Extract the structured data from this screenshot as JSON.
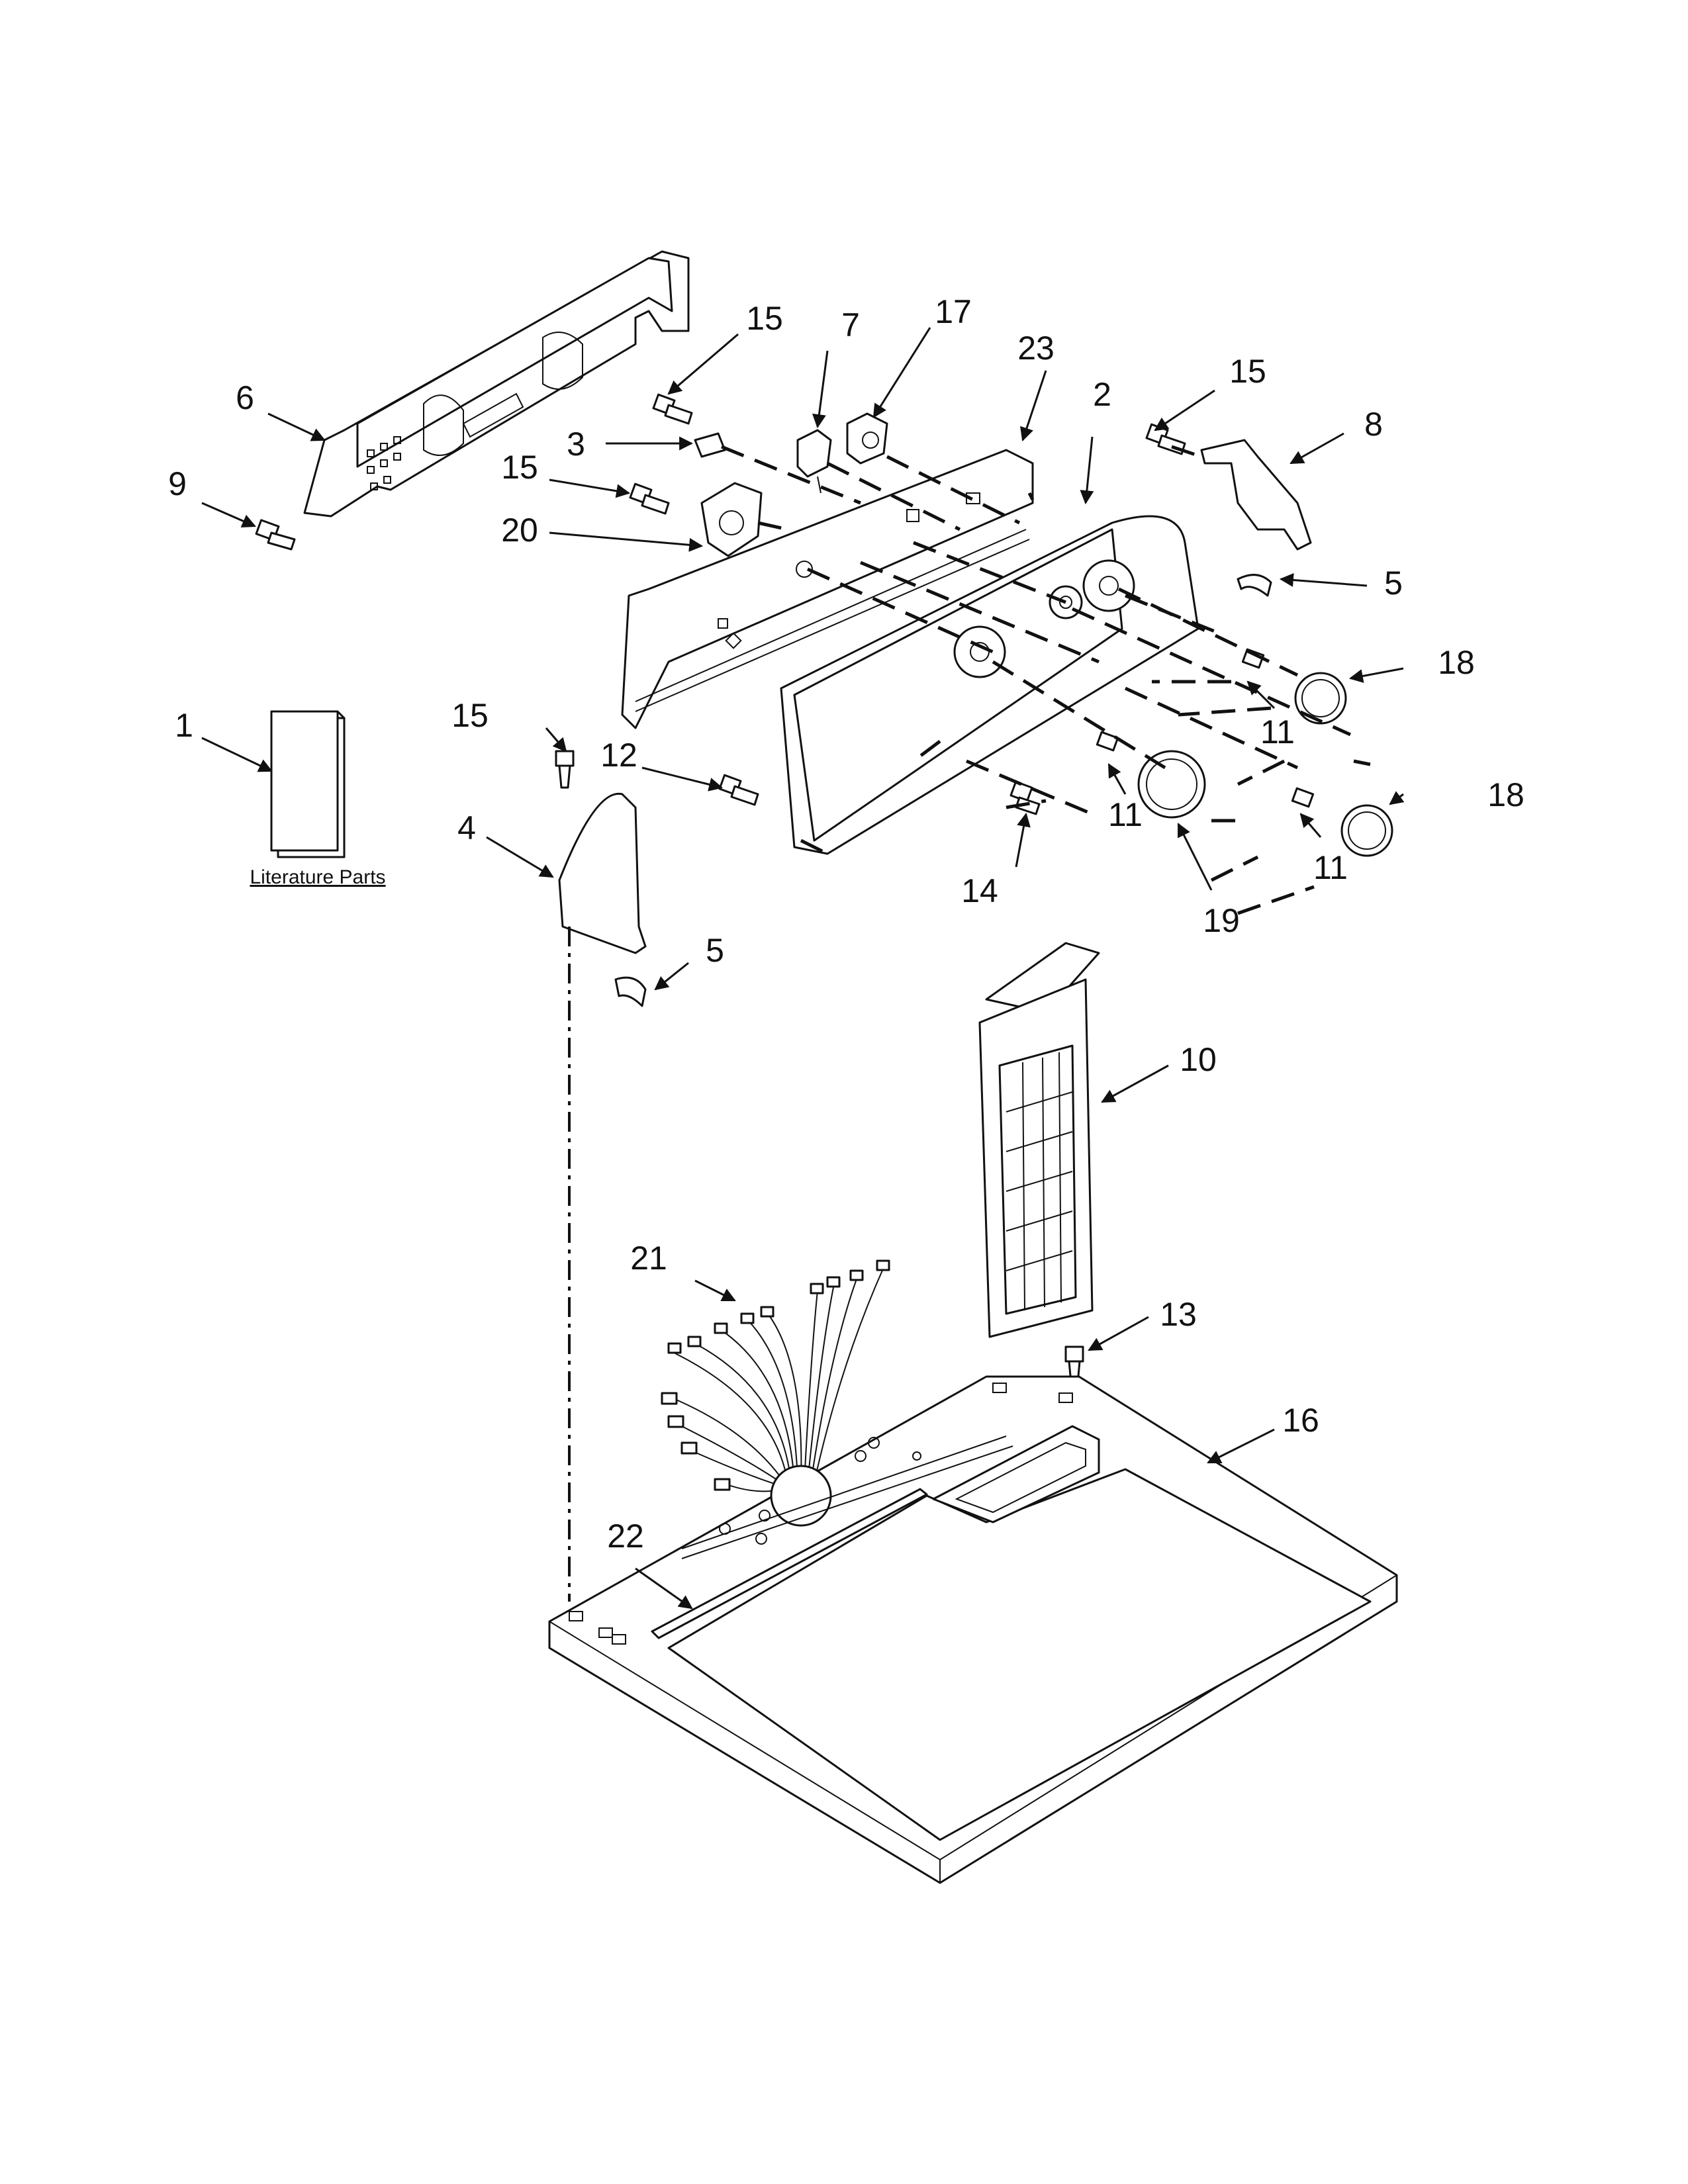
{
  "diagram": {
    "literature_label": "Literature Parts",
    "callouts": [
      {
        "id": "c1",
        "label": "1"
      },
      {
        "id": "c2",
        "label": "2"
      },
      {
        "id": "c3",
        "label": "3"
      },
      {
        "id": "c4",
        "label": "4"
      },
      {
        "id": "c5a",
        "label": "5"
      },
      {
        "id": "c5b",
        "label": "5"
      },
      {
        "id": "c6",
        "label": "6"
      },
      {
        "id": "c7",
        "label": "7"
      },
      {
        "id": "c8",
        "label": "8"
      },
      {
        "id": "c9",
        "label": "9"
      },
      {
        "id": "c10",
        "label": "10"
      },
      {
        "id": "c11a",
        "label": "11"
      },
      {
        "id": "c11b",
        "label": "11"
      },
      {
        "id": "c11c",
        "label": "11"
      },
      {
        "id": "c12",
        "label": "12"
      },
      {
        "id": "c13",
        "label": "13"
      },
      {
        "id": "c14",
        "label": "14"
      },
      {
        "id": "c15a",
        "label": "15"
      },
      {
        "id": "c15b",
        "label": "15"
      },
      {
        "id": "c15c",
        "label": "15"
      },
      {
        "id": "c15d",
        "label": "15"
      },
      {
        "id": "c16",
        "label": "16"
      },
      {
        "id": "c17",
        "label": "17"
      },
      {
        "id": "c18a",
        "label": "18"
      },
      {
        "id": "c18b",
        "label": "18"
      },
      {
        "id": "c19",
        "label": "19"
      },
      {
        "id": "c20",
        "label": "20"
      },
      {
        "id": "c21",
        "label": "21"
      },
      {
        "id": "c22",
        "label": "22"
      },
      {
        "id": "c23",
        "label": "23"
      }
    ]
  }
}
